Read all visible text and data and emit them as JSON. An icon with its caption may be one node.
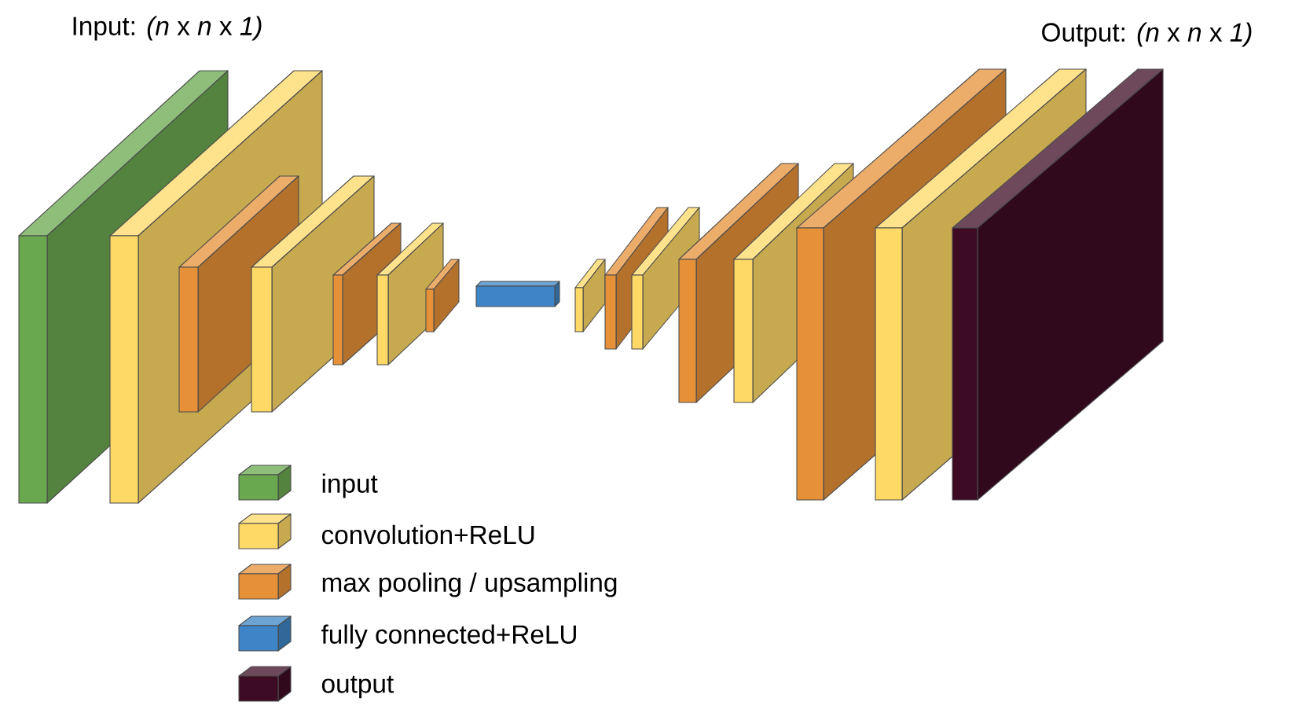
{
  "diagram": {
    "labels": [
      "Input: *(n* x *n* x *1)*",
      "Output: *(n* x *n* x *1)*"
    ],
    "legend": [
      {
        "text": "input",
        "color": "#6aa84f"
      },
      {
        "text": "convolution+ReLU",
        "color": "#ffd966"
      },
      {
        "text": "max pooling / upsampling",
        "color": "#e69138"
      },
      {
        "text": "fully connected+ReLU",
        "color": "#3d85c6"
      },
      {
        "text": "output",
        "color": "#3d0c24"
      }
    ]
  }
}
